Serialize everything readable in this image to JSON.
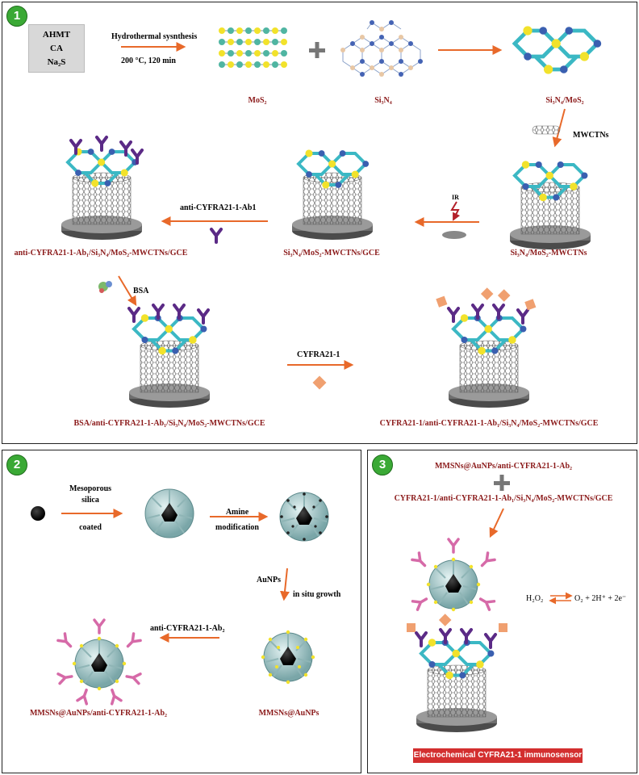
{
  "panel1": {
    "badge": "1",
    "reagents": [
      "AHMT",
      "CA",
      "Na₂S"
    ],
    "hydrothermal_label": "Hydrothermal sysnthesis",
    "hydrothermal_conditions": "200 °C,  120 min",
    "mos2": "MoS₂",
    "si3n4": "Si₃N₄",
    "composite": "Si₃N₄/MoS₂",
    "mwctns": "MWCTNs",
    "composite_mwctns": "Si₃N₄/MoS₂-MWCTNs",
    "ir": "IR",
    "gce_electrode": "Si₃N₄/MoS₂-MWCTNs/GCE",
    "ab1_step": "anti-CYFRA21-1-Ab1",
    "ab1_electrode": "anti-CYFRA21-1-Ab₁/Si₃N₄/MoS₂-MWCTNs/GCE",
    "bsa": "BSA",
    "bsa_electrode": "BSA/anti-CYFRA21-1-Ab₁/Si₃N₄/MoS₂-MWCTNs/GCE",
    "antigen_step": "CYFRA21-1",
    "antigen_electrode": "CYFRA21-1/anti-CYFRA21-1-Ab₁/Si₃N₄/MoS₂-MWCTNs/GCE"
  },
  "panel2": {
    "badge": "2",
    "mesoporous_1": "Mesoporous",
    "mesoporous_2": "silica",
    "mesoporous_3": "coated",
    "amine_1": "Amine",
    "amine_2": "modification",
    "aunps": "AuNPs",
    "in_situ": "in situ growth",
    "mmsns_aunps": "MMSNs@AuNPs",
    "ab2_step": "anti-CYFRA21-1-Ab₂",
    "final_label": "MMSNs@AuNPs/anti-CYFRA21-1-Ab₂"
  },
  "panel3": {
    "badge": "3",
    "top_label": "MMSNs@AuNPs/anti-CYFRA21-1-Ab₂",
    "bottom_label": "CYFRA21-1/anti-CYFRA21-1-Ab₁/Si₃N₄/MoS₂-MWCTNs/GCE",
    "reaction_left": "H₂O₂",
    "reaction_right": "O₂ + 2H⁺ + 2e⁻",
    "banner": "Electrochemical CYFRA21-1 immunosensor"
  },
  "colors": {
    "arrow": "#e8692a",
    "label_red": "#8b1a1a",
    "badge_green": "#3aa935",
    "antibody_purple": "#5b2a86",
    "antibody_pink": "#d66aa8",
    "antigen_orange": "#f0a070",
    "electrode_grey": "#6e6e6e",
    "banner_red": "#d32f2f"
  }
}
